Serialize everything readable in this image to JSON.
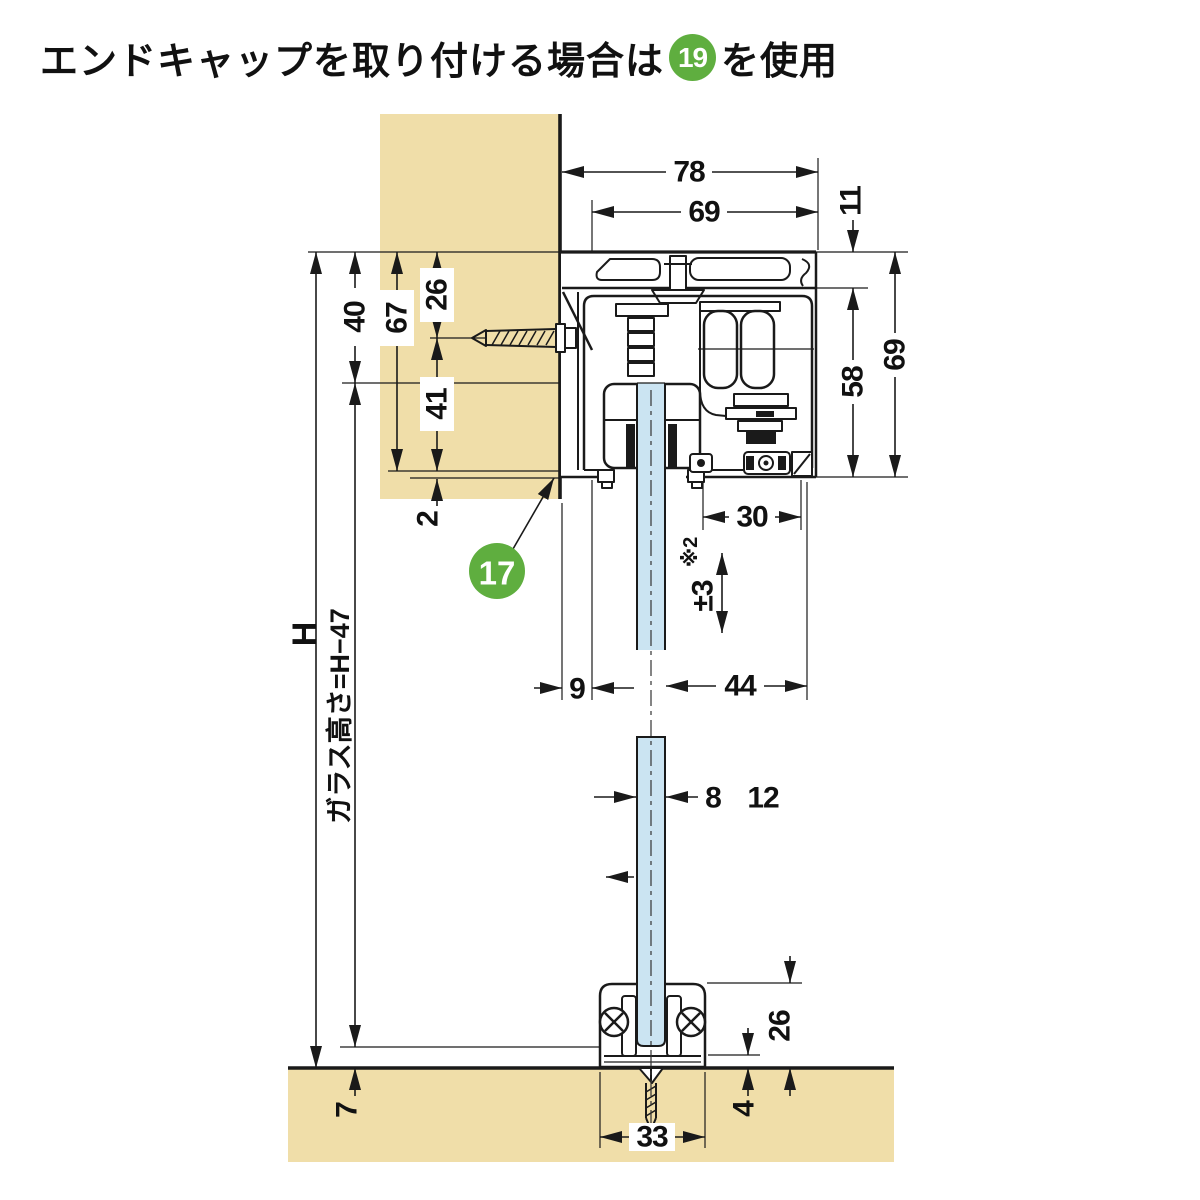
{
  "title": {
    "text_before": "エンドキャップを取り付ける場合は",
    "badge_19": "19",
    "text_after": "を使用"
  },
  "callouts": {
    "part_17": "17"
  },
  "dims": {
    "track_width_total": "78",
    "track_width_body": "69",
    "cap_height": "11",
    "body_height": "58",
    "track_height": "69",
    "glass_top_offset": "40",
    "mount_screw_span": "67",
    "screw_inset": "26",
    "screw_to_bottom": "41",
    "lip_gap": "2",
    "door_height": "H",
    "glass_height": "ガラス高さ=H−47",
    "roller_width": "30",
    "adjust_range": "±3",
    "adjust_note": "※2",
    "wall_side_gap": "9",
    "glass_to_edge": "44",
    "glass_thickness_8": "8",
    "glass_thickness_12": "12",
    "guide_height": "26",
    "plate_to_floor": "4",
    "guide_width": "33",
    "glass_floor_gap": "7"
  },
  "colors": {
    "wood": "#F0DEA9",
    "glass": "#CBE4F2",
    "accent_green": "#5FAE3F",
    "line": "#1a1a1a"
  }
}
